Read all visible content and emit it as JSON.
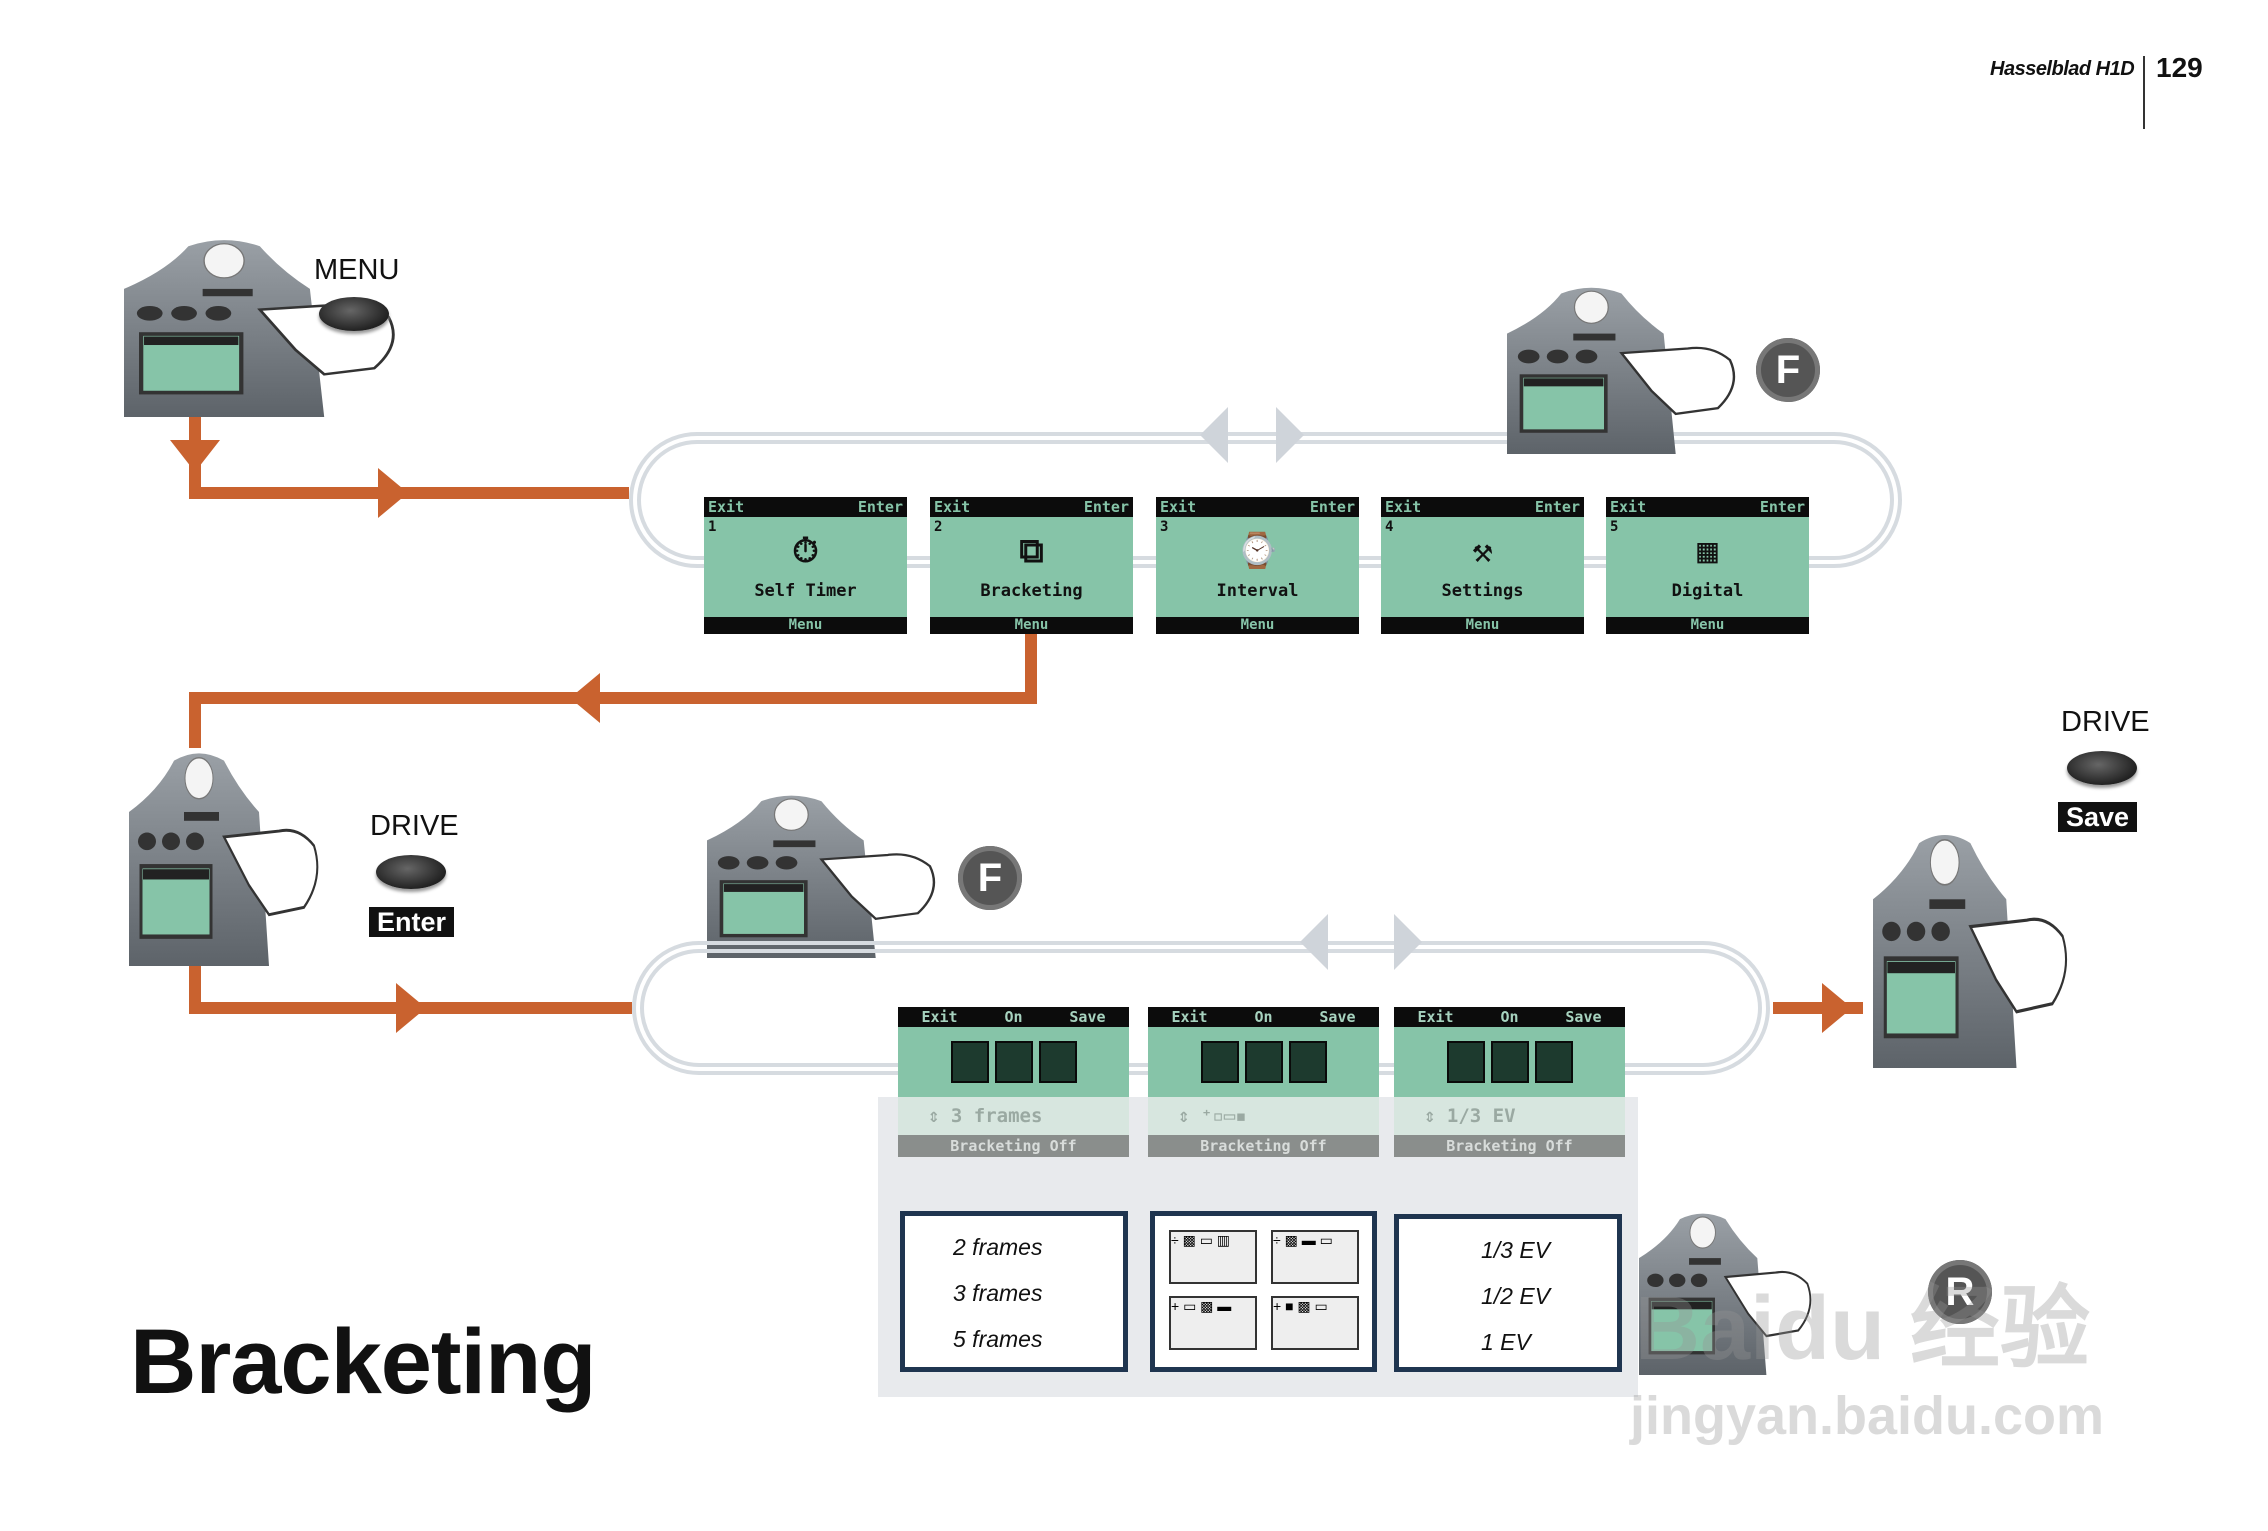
{
  "header": {
    "brand": "Hasselblad H1D",
    "page_number": "129"
  },
  "title": "Bracketing",
  "colors": {
    "flow_arrow": "#c9622f",
    "lcd": "#86c4a8",
    "track": "#d6dbe0",
    "option_border": "#1f3550"
  },
  "step1": {
    "button_label": "MENU"
  },
  "step_f_dial": {
    "label": "F"
  },
  "menu_screens": [
    {
      "left": "Exit",
      "right": "Enter",
      "num": "1",
      "icon": "self-timer-icon",
      "glyph": "⏱",
      "name": "Self Timer",
      "bottom": "Menu"
    },
    {
      "left": "Exit",
      "right": "Enter",
      "num": "2",
      "icon": "bracketing-icon",
      "glyph": "⧉",
      "name": "Bracketing",
      "bottom": "Menu"
    },
    {
      "left": "Exit",
      "right": "Enter",
      "num": "3",
      "icon": "interval-icon",
      "glyph": "⌚",
      "name": "Interval",
      "bottom": "Menu"
    },
    {
      "left": "Exit",
      "right": "Enter",
      "num": "4",
      "icon": "settings-icon",
      "glyph": "⚒",
      "name": "Settings",
      "bottom": "Menu"
    },
    {
      "left": "Exit",
      "right": "Enter",
      "num": "5",
      "icon": "digital-icon",
      "glyph": "▦",
      "name": "Digital",
      "bottom": "Menu"
    }
  ],
  "step2": {
    "button_label": "DRIVE",
    "tag": "Enter"
  },
  "step_save": {
    "button_label": "DRIVE",
    "tag": "Save"
  },
  "step_r_dial": {
    "label": "R"
  },
  "bracket_screens": [
    {
      "exit": "Exit",
      "on": "On",
      "save": "Save",
      "value": "⇕ 3 frames",
      "status": "Bracketing Off"
    },
    {
      "exit": "Exit",
      "on": "On",
      "save": "Save",
      "value": "⇕ ⁺▫▭▪",
      "status": "Bracketing Off"
    },
    {
      "exit": "Exit",
      "on": "On",
      "save": "Save",
      "value": "⇕ 1/3 EV",
      "status": "Bracketing Off"
    }
  ],
  "frame_options": [
    "2 frames",
    "3 frames",
    "5 frames"
  ],
  "sequence_options": [
    "sequence-0-minus-plus",
    "sequence-0-plus-minus",
    "sequence-plus-0-minus",
    "sequence-minus-0-plus"
  ],
  "ev_options": [
    "1/3 EV",
    "1/2 EV",
    "1 EV"
  ],
  "watermark": {
    "line1": "Baidu 经验",
    "line2": "jingyan.baidu.com"
  }
}
